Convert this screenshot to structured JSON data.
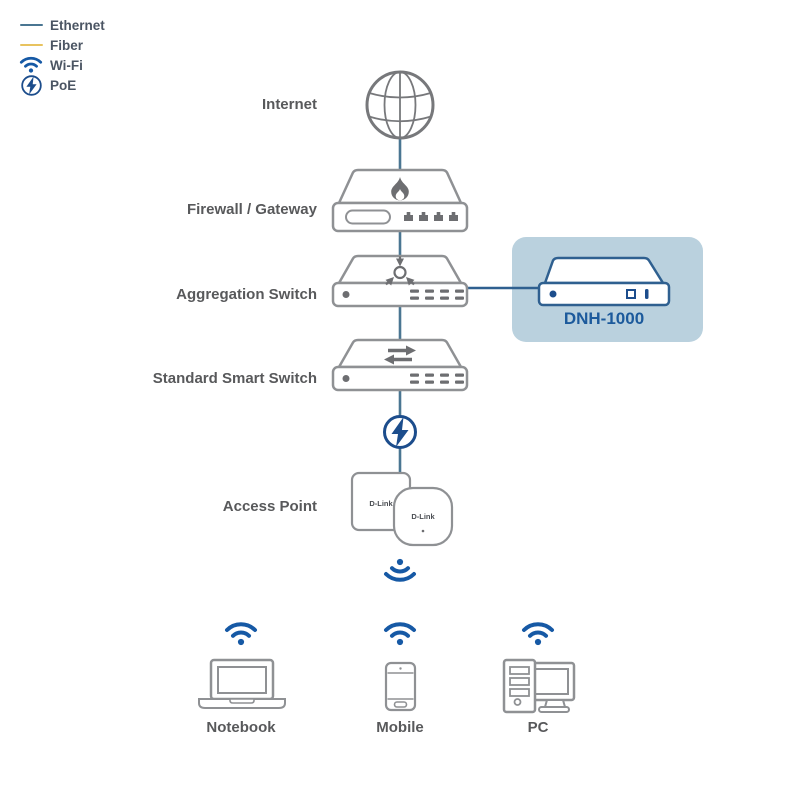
{
  "legend": {
    "items": [
      {
        "id": "ethernet",
        "label": "Ethernet",
        "swatch": "line",
        "color": "#4a7692"
      },
      {
        "id": "fiber",
        "label": "Fiber",
        "swatch": "line",
        "color": "#e8c35f"
      },
      {
        "id": "wifi",
        "label": "Wi-Fi",
        "swatch": "wifi-icon",
        "color": "#1659a5"
      },
      {
        "id": "poe",
        "label": "PoE",
        "swatch": "poe-icon",
        "color": "#1c4d8c"
      }
    ]
  },
  "nodes": {
    "internet": {
      "label": "Internet"
    },
    "firewall": {
      "label": "Firewall / Gateway"
    },
    "aggregation_switch": {
      "label": "Aggregation Switch"
    },
    "dnh1000": {
      "label": "DNH-1000",
      "highlighted": true
    },
    "smart_switch": {
      "label": "Standard Smart Switch"
    },
    "access_point": {
      "label": "Access Point",
      "brand": "D-Link"
    },
    "clients": [
      {
        "label": "Notebook"
      },
      {
        "label": "Mobile"
      },
      {
        "label": "PC"
      }
    ]
  },
  "connections": [
    {
      "from": "internet",
      "to": "firewall",
      "type": "ethernet"
    },
    {
      "from": "firewall",
      "to": "aggregation_switch",
      "type": "ethernet"
    },
    {
      "from": "aggregation_switch",
      "to": "dnh1000",
      "type": "ethernet"
    },
    {
      "from": "aggregation_switch",
      "to": "smart_switch",
      "type": "ethernet"
    },
    {
      "from": "smart_switch",
      "to": "access_point",
      "type": "ethernet-poe"
    },
    {
      "from": "access_point",
      "to": "clients",
      "type": "wifi"
    }
  ],
  "colors": {
    "ethernet_line": "#4a7692",
    "fiber_line": "#e8c35f",
    "wifi_blue": "#1659a5",
    "poe_blue": "#1c4d8c",
    "dnh_outline": "#2f6090",
    "dnh_label_text": "#1c5a9c",
    "highlight_box": "#bad1de",
    "device_outline": "#8f9194",
    "icon_gray": "#6d6e71",
    "label_text": "#58595b"
  }
}
